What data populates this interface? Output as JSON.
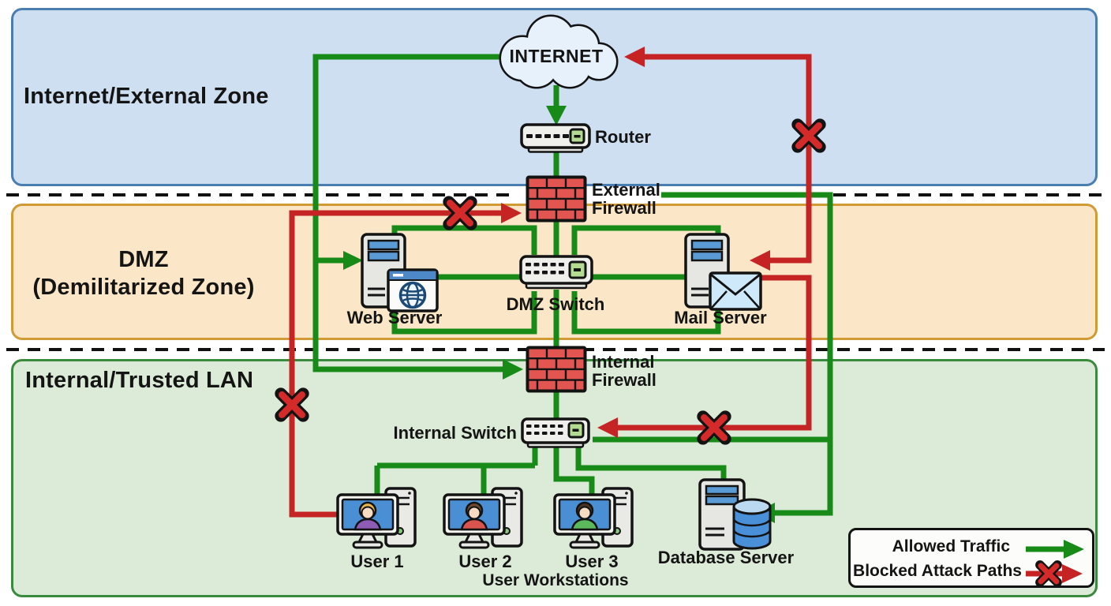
{
  "title": "Network security zones diagram",
  "zones": {
    "external": {
      "label": "Internet/External Zone",
      "fill": "#cddff1",
      "border": "#4a7eb0"
    },
    "dmz": {
      "label": "DMZ\n(Demilitarized Zone)",
      "fill": "#fbe7c7",
      "border": "#d09a35"
    },
    "internal": {
      "label": "Internal/Trusted LAN",
      "fill": "#dcebd7",
      "border": "#3a8a3e"
    }
  },
  "nodes": {
    "internet": "INTERNET",
    "router": "Router",
    "external_firewall": "External\nFirewall",
    "dmz_switch": "DMZ Switch",
    "web_server": "Web Server",
    "mail_server": "Mail Server",
    "internal_firewall": "Internal\nFirewall",
    "internal_switch": "Internal Switch",
    "user1": "User 1",
    "user2": "User 2",
    "user3": "User 3",
    "user_workstations": "User Workstations",
    "database_server": "Database Server"
  },
  "legend": {
    "allowed": "Allowed Traffic",
    "blocked": "Blocked Attack Paths"
  },
  "colors": {
    "allowed_traffic_green": "#178a17",
    "blocked_attack_red": "#c62424",
    "x_mark_red": "#d42a2a",
    "firewall_brick": "#e25550",
    "separator_dash": "#111111"
  },
  "icons": {
    "cloud": "internet-cloud",
    "router": "rack-device-with-port",
    "switch": "rack-device-with-port",
    "firewall": "red-brick-wall",
    "web_server": "tower-with-browser-globe",
    "mail_server": "tower-with-envelope",
    "database_server": "tower-with-db-cylinder",
    "workstation": "monitor-with-user-and-tower",
    "blocked_x": "red-x-mark"
  }
}
